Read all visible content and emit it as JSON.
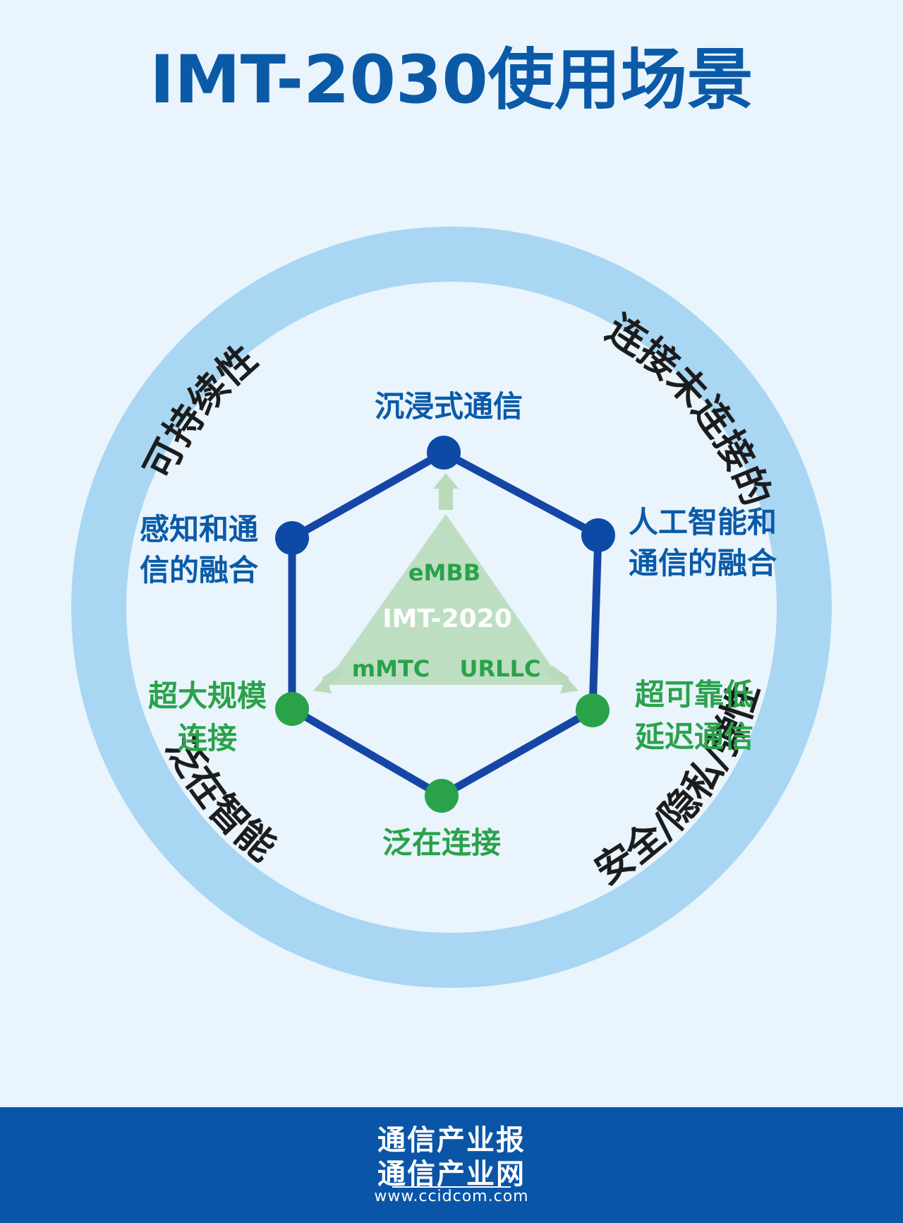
{
  "title": "IMT-2030使用场景",
  "colors": {
    "background": "#e9f4fc",
    "ring": "#a8d6f3",
    "blue_text": "#0b5aa8",
    "blue_node": "#0c4aa6",
    "hexagon": "#1546a6",
    "green": "#2aa24a",
    "triangle": "#b9dbbb",
    "footer": "#0a55a8"
  },
  "ring_labels": {
    "top_left": "可持续性",
    "top_right": "连接未连接的",
    "bottom_left": "泛在智能",
    "bottom_right": "安全/隐私/弹性"
  },
  "scenarios": {
    "top": "沉浸式通信",
    "upper_left": [
      "感知和通",
      "信的融合"
    ],
    "upper_right": [
      "人工智能和",
      "通信的融合"
    ],
    "lower_left": [
      "超大规模",
      "连接"
    ],
    "lower_right": [
      "超可靠低",
      "延迟通信"
    ],
    "bottom": "泛在连接"
  },
  "triangle": {
    "top": "eMBB",
    "center": "IMT-2020",
    "left": "mMTC",
    "right": "URLLC"
  },
  "footer": {
    "line1": "通信产业报",
    "line2": "通信产业网",
    "url": "www.ccidcom.com"
  }
}
